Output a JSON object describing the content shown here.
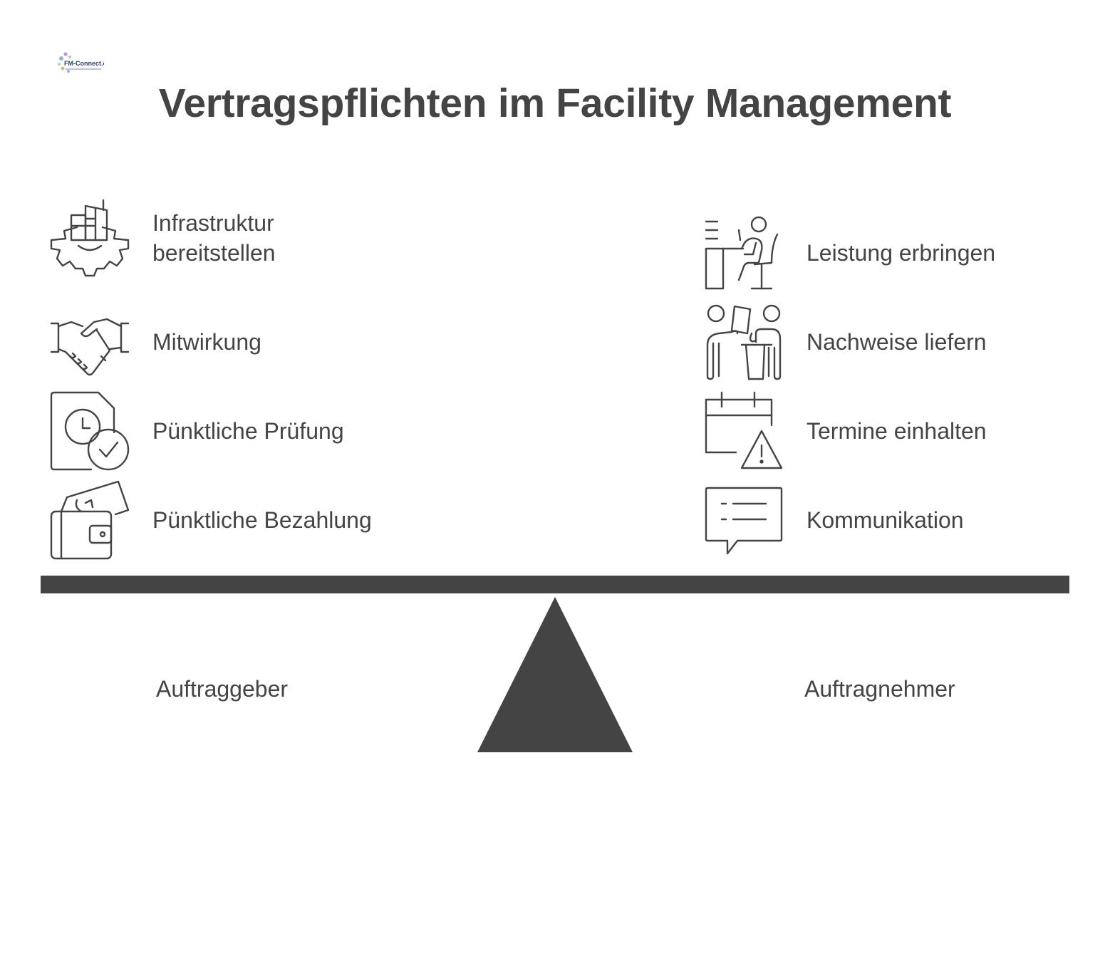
{
  "title": "Vertragspflichten im Facility Management",
  "logo": {
    "text": "FM-Connect.com",
    "icon": "fm-connect-logo"
  },
  "left": {
    "label": "Auftraggeber",
    "items": [
      {
        "label": "Infrastruktur bereitstellen",
        "line1": "Infrastruktur",
        "line2": "bereitstellen",
        "icon": "building-gear-icon"
      },
      {
        "label": "Mitwirkung",
        "icon": "handshake-icon"
      },
      {
        "label": "Pünktliche Prüfung",
        "icon": "document-clock-check-icon"
      },
      {
        "label": "Pünktliche Bezahlung",
        "icon": "wallet-money-icon"
      }
    ]
  },
  "right": {
    "label": "Auftragnehmer",
    "items": [
      {
        "label": "Leistung erbringen",
        "icon": "person-at-desk-icon"
      },
      {
        "label": "Nachweise liefern",
        "icon": "people-exchanging-document-icon"
      },
      {
        "label": "Termine einhalten",
        "icon": "calendar-warning-icon"
      },
      {
        "label": "Kommunikation",
        "icon": "chat-bubble-icon"
      }
    ]
  },
  "colors": {
    "primary": "#444444",
    "background": "#ffffff"
  }
}
